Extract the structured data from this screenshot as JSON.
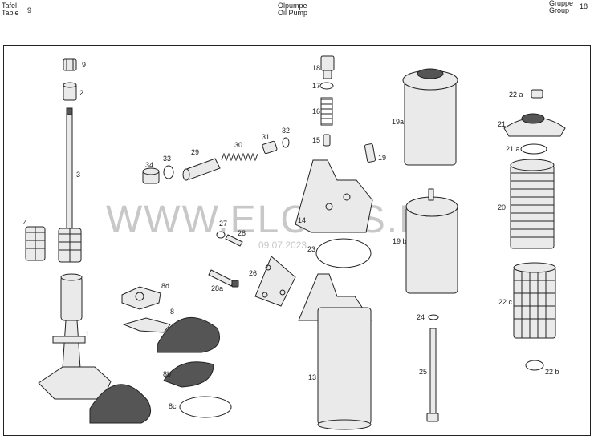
{
  "header": {
    "tafel_label": "Tafel",
    "table_label": "Table",
    "table_number": "9",
    "title_de": "Ölpumpe",
    "title_en": "Oil Pump",
    "gruppe_label": "Gruppe",
    "group_label": "Group",
    "group_number": "18"
  },
  "watermark": {
    "text": "WWW.ELCATS.RU",
    "date": "09.07.2023"
  },
  "callouts": {
    "c9": "9",
    "c2": "2",
    "c3": "3",
    "c4": "4",
    "c1": "1",
    "c34": "34",
    "c33": "33",
    "c29": "29",
    "c30": "30",
    "c31": "31",
    "c32": "32",
    "c27": "27",
    "c28": "28",
    "c28a": "28a",
    "c26": "26",
    "c8d": "8d",
    "c8": "8",
    "c8b": "8b",
    "c8c": "8c",
    "c18": "18",
    "c17": "17",
    "c16": "16",
    "c15": "15",
    "c19": "19",
    "c14": "14",
    "c23": "23",
    "c13": "13",
    "c19a": "19a",
    "c19b": "19 b",
    "c24": "24",
    "c25": "25",
    "c22a": "22 a",
    "c21": "21",
    "c21a": "21 a",
    "c20": "20",
    "c22c": "22 c",
    "c22b": "22 b"
  }
}
